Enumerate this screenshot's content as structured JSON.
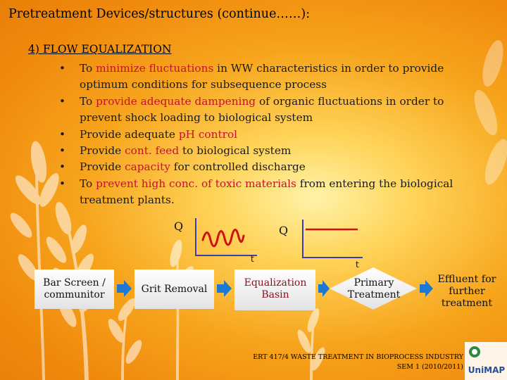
{
  "title": "Pretreatment Devices/structures (continue……):",
  "section_heading": "4) FLOW EQUALIZATION",
  "bullets": [
    {
      "segments": [
        {
          "t": "To ",
          "hl": false
        },
        {
          "t": "minimize fluctuations",
          "hl": true
        },
        {
          "t": " in WW characteristics in order to provide optimum conditions for subsequence process",
          "hl": false
        }
      ]
    },
    {
      "segments": [
        {
          "t": "To ",
          "hl": false
        },
        {
          "t": "provide adequate dampening",
          "hl": true
        },
        {
          "t": " of organic fluctuations in order to prevent shock loading to biological system",
          "hl": false
        }
      ]
    },
    {
      "segments": [
        {
          "t": "Provide adequate ",
          "hl": false
        },
        {
          "t": "pH control",
          "hl": true
        }
      ]
    },
    {
      "segments": [
        {
          "t": "Provide ",
          "hl": false
        },
        {
          "t": "cont. feed",
          "hl": true
        },
        {
          "t": " to biological system",
          "hl": false
        }
      ]
    },
    {
      "segments": [
        {
          "t": "Provide ",
          "hl": false
        },
        {
          "t": "capacity",
          "hl": true
        },
        {
          "t": " for controlled discharge",
          "hl": false
        }
      ]
    },
    {
      "segments": [
        {
          "t": "To ",
          "hl": false
        },
        {
          "t": "prevent high conc. of toxic materials",
          "hl": true
        },
        {
          "t": " from entering the biological treatment plants.",
          "hl": false
        }
      ]
    }
  ],
  "bullet_symbol": "•",
  "graphs": {
    "before": {
      "y_label": "Q",
      "x_label": "t"
    },
    "after": {
      "y_label": "Q",
      "x_label": "t"
    }
  },
  "flow": {
    "bar_screen": "Bar Screen / communitor",
    "grit_removal": "Grit Removal",
    "equalization": "Equalization Basin",
    "primary": "Primary Treatment",
    "effluent": "Effluent for further treatment"
  },
  "footer": {
    "line1": "ERT 417/4 WASTE TREATMENT IN BIOPROCESS INDUSTRY",
    "line2": "SEM 1 (2010/2011)"
  },
  "logo_text": "UniMAP",
  "colors": {
    "highlight": "#c8102e",
    "signal": "#d01010",
    "box_fill": "#f2f2f2",
    "arrow": "#1e78d2",
    "axis": "#3a3fb0"
  }
}
